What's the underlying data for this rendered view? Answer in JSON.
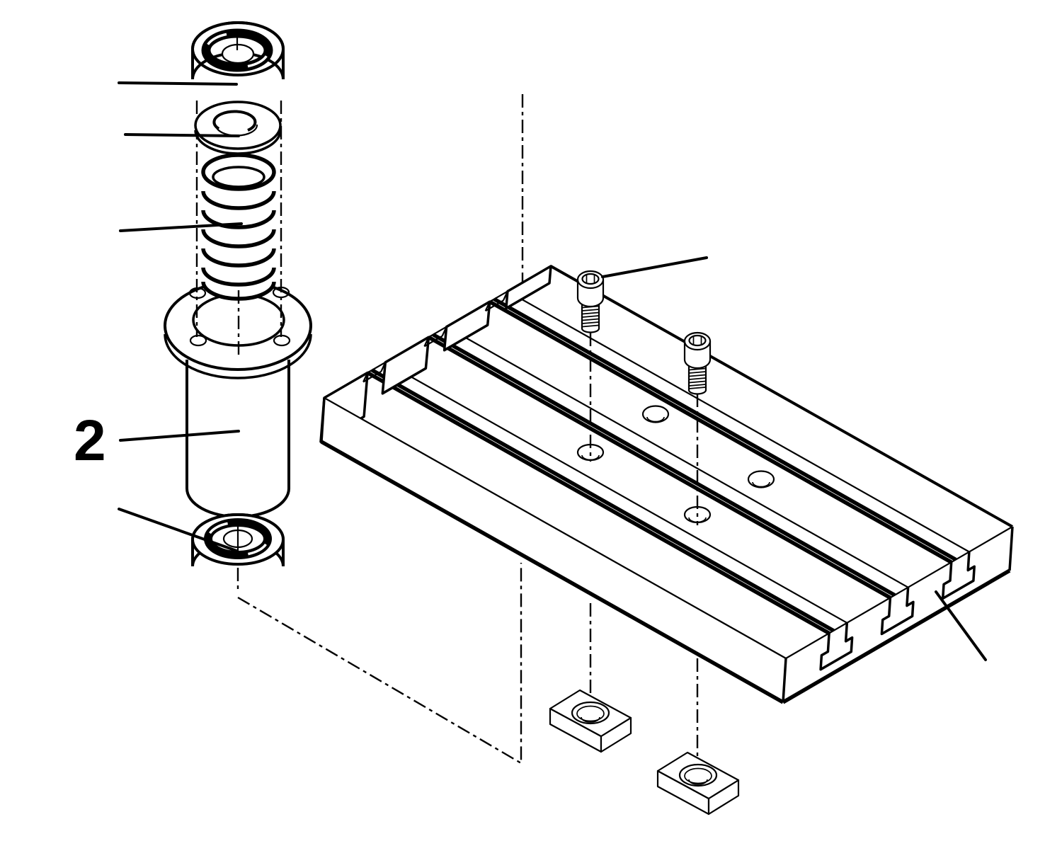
{
  "diagram": {
    "type": "exploded-assembly-technical-drawing",
    "background_color": "#ffffff",
    "ink_color": "#000000",
    "callout_label": "2",
    "parts": [
      "ball-bearing-top",
      "washer",
      "compression-spring",
      "flanged-spindle-housing",
      "ball-bearing-bottom",
      "t-slot-table-plate",
      "socket-head-cap-screw-rear",
      "socket-head-cap-screw-front",
      "t-nut-rear",
      "t-nut-front"
    ]
  }
}
